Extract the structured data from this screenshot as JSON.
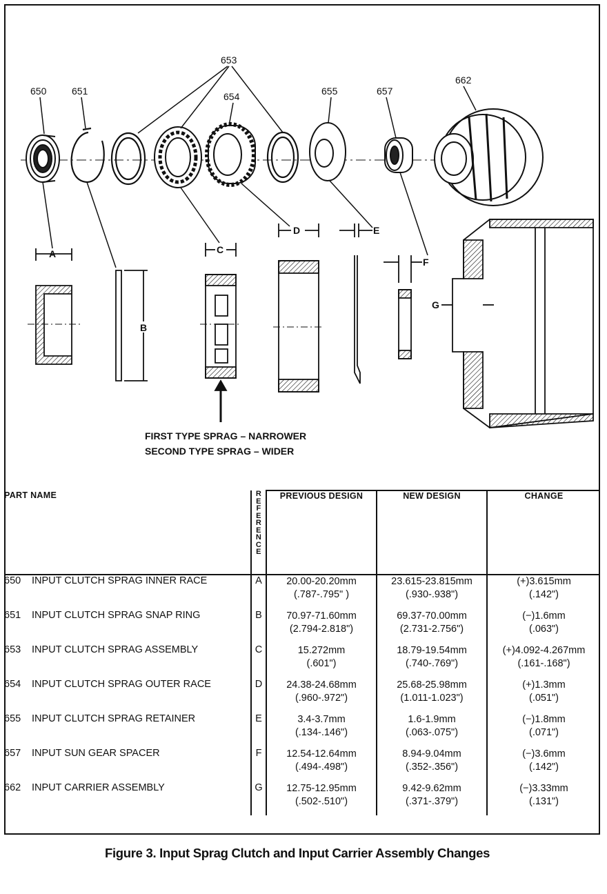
{
  "callouts": {
    "c650": "650",
    "c651": "651",
    "c653": "653",
    "c654": "654",
    "c655": "655",
    "c657": "657",
    "c662": "662"
  },
  "dimensions": {
    "a": "A",
    "b": "B",
    "c": "C",
    "d": "D",
    "e": "E",
    "f": "F",
    "g": "G"
  },
  "notes": {
    "line1": "FIRST TYPE SPRAG – NARROWER",
    "line2": "SECOND TYPE SPRAG – WIDER"
  },
  "table": {
    "headers": {
      "part_name": "PART NAME",
      "reference": "REFERENCE",
      "previous": "PREVIOUS DESIGN",
      "new": "NEW DESIGN",
      "change": "CHANGE"
    },
    "rows": [
      {
        "num": "650",
        "name": "INPUT CLUTCH SPRAG INNER RACE",
        "ref": "A",
        "prev_mm": "20.00-20.20mm",
        "prev_in": "(.787-.795\" )",
        "new_mm": "23.615-23.815mm",
        "new_in": "(.930-.938\")",
        "chg_mm": "(+)3.615mm",
        "chg_in": "(.142\")"
      },
      {
        "num": "651",
        "name": "INPUT CLUTCH SPRAG SNAP RING",
        "ref": "B",
        "prev_mm": "70.97-71.60mm",
        "prev_in": "(2.794-2.818\")",
        "new_mm": "69.37-70.00mm",
        "new_in": "(2.731-2.756\")",
        "chg_mm": "(−)1.6mm",
        "chg_in": "(.063\")"
      },
      {
        "num": "653",
        "name": "INPUT CLUTCH SPRAG ASSEMBLY",
        "ref": "C",
        "prev_mm": "15.272mm",
        "prev_in": "(.601\")",
        "new_mm": "18.79-19.54mm",
        "new_in": "(.740-.769\")",
        "chg_mm": "(+)4.092-4.267mm",
        "chg_in": "(.161-.168\")"
      },
      {
        "num": "654",
        "name": "INPUT CLUTCH SPRAG OUTER RACE",
        "ref": "D",
        "prev_mm": "24.38-24.68mm",
        "prev_in": "(.960-.972\")",
        "new_mm": "25.68-25.98mm",
        "new_in": "(1.011-1.023\")",
        "chg_mm": "(+)1.3mm",
        "chg_in": "(.051\")"
      },
      {
        "num": "655",
        "name": "INPUT CLUTCH SPRAG RETAINER",
        "ref": "E",
        "prev_mm": "3.4-3.7mm",
        "prev_in": "(.134-.146\")",
        "new_mm": "1.6-1.9mm",
        "new_in": "(.063-.075\")",
        "chg_mm": "(−)1.8mm",
        "chg_in": "(.071\")"
      },
      {
        "num": "657",
        "name": "INPUT SUN GEAR SPACER",
        "ref": "F",
        "prev_mm": "12.54-12.64mm",
        "prev_in": "(.494-.498\")",
        "new_mm": "8.94-9.04mm",
        "new_in": "(.352-.356\")",
        "chg_mm": "(−)3.6mm",
        "chg_in": "(.142\")"
      },
      {
        "num": "662",
        "name": "INPUT CARRIER ASSEMBLY",
        "ref": "G",
        "prev_mm": "12.75-12.95mm",
        "prev_in": "(.502-.510\")",
        "new_mm": "9.42-9.62mm",
        "new_in": "(.371-.379\")",
        "chg_mm": "(−)3.33mm",
        "chg_in": "(.131\")"
      }
    ]
  },
  "caption": "Figure   3. Input Sprag Clutch and Input Carrier Assembly Changes"
}
